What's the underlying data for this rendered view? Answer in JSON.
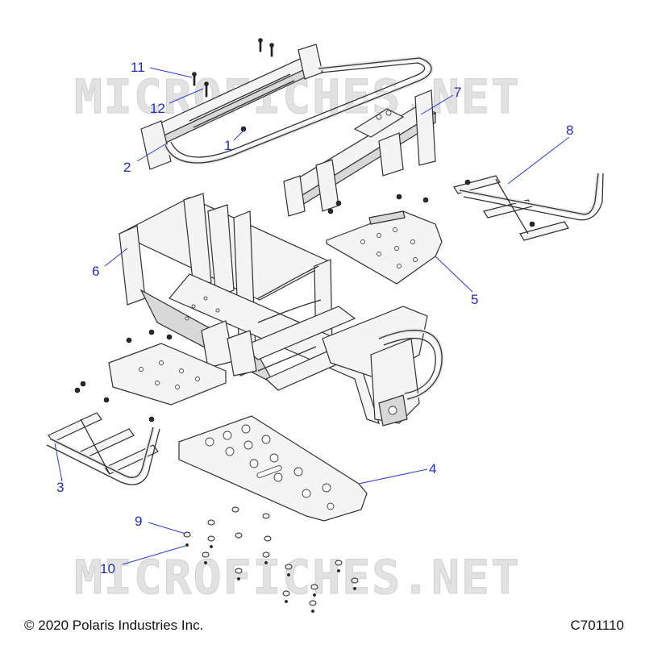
{
  "watermark": "MICROFICHES.NET",
  "callouts": [
    {
      "id": "1",
      "label": "1"
    },
    {
      "id": "2",
      "label": "2"
    },
    {
      "id": "3",
      "label": "3"
    },
    {
      "id": "4",
      "label": "4"
    },
    {
      "id": "5",
      "label": "5"
    },
    {
      "id": "6",
      "label": "6"
    },
    {
      "id": "7",
      "label": "7"
    },
    {
      "id": "8",
      "label": "8"
    },
    {
      "id": "9",
      "label": "9"
    },
    {
      "id": "10",
      "label": "10"
    },
    {
      "id": "11",
      "label": "11"
    },
    {
      "id": "12",
      "label": "12"
    }
  ],
  "footer": {
    "copyright": "© 2020 Polaris Industries Inc.",
    "figure_code": "C701110"
  }
}
